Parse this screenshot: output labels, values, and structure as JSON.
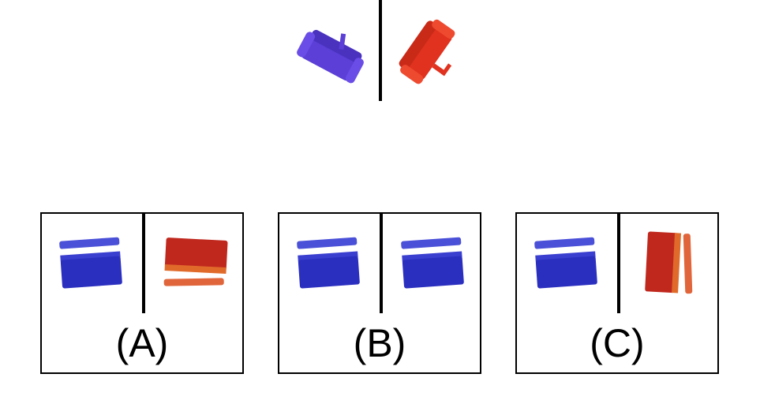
{
  "example": {
    "left_object": "sofa-icon",
    "left_color": "#5b3fd6",
    "right_object": "sofa-icon",
    "right_color": "#e0321e"
  },
  "options": [
    {
      "label": "(A)",
      "left_object": "clapperboard-icon",
      "left_color": "#2b2fbf",
      "right_object": "clapperboard-icon",
      "right_color": "#c0281e"
    },
    {
      "label": "(B)",
      "left_object": "clapperboard-icon",
      "left_color": "#2b2fbf",
      "right_object": "clapperboard-icon",
      "right_color": "#2b2fbf"
    },
    {
      "label": "(C)",
      "left_object": "clapperboard-icon",
      "left_color": "#2b2fbf",
      "right_object": "clapperboard-icon",
      "right_color": "#c0281e"
    }
  ]
}
